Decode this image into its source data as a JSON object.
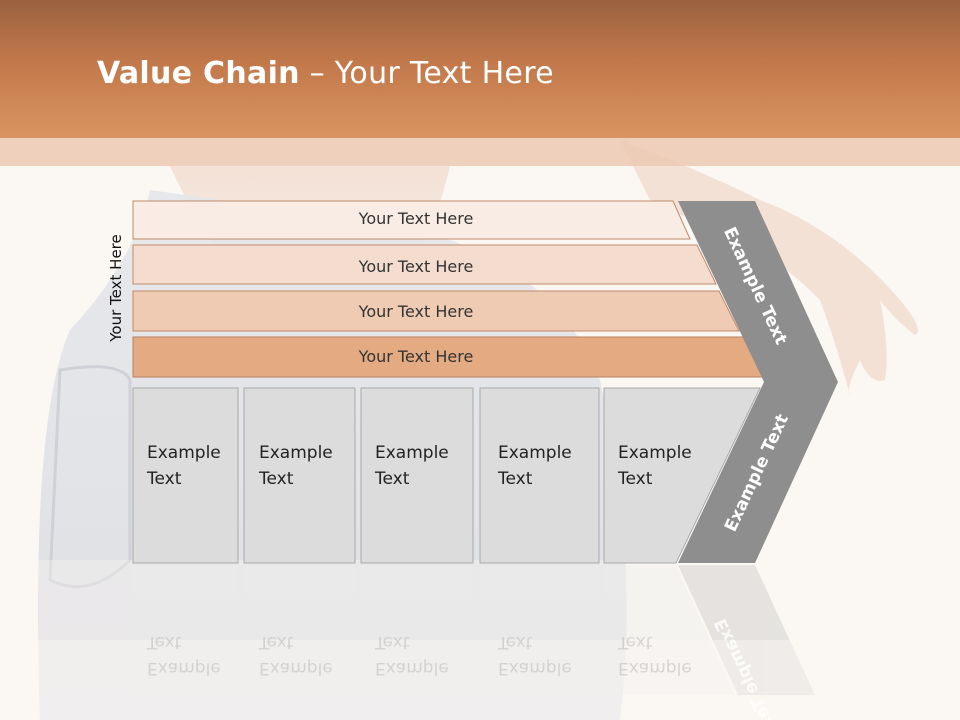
{
  "title": {
    "bold": "Value Chain",
    "rest": " – Your Text Here"
  },
  "side_label": "Your Text Here",
  "rows": [
    {
      "label": "Your Text Here",
      "color": "#f9ece4"
    },
    {
      "label": "Your Text Here",
      "color": "#f4ddcf"
    },
    {
      "label": "Your Text Here",
      "color": "#efcbb3"
    },
    {
      "label": "Your Text Here",
      "color": "#e4aa82"
    }
  ],
  "cells": [
    {
      "line1": "Example",
      "line2": "Text"
    },
    {
      "line1": "Example",
      "line2": "Text"
    },
    {
      "line1": "Example",
      "line2": "Text"
    },
    {
      "line1": "Example",
      "line2": "Text"
    },
    {
      "line1": "Example",
      "line2": "Text"
    }
  ],
  "chevron": {
    "upper": "Example Text",
    "lower": "Example Text",
    "color": "#8e8e8e"
  },
  "colors": {
    "header": "#d0875a",
    "cell_fill": "#dcdcdc",
    "cell_border": "#a9a9a9"
  }
}
